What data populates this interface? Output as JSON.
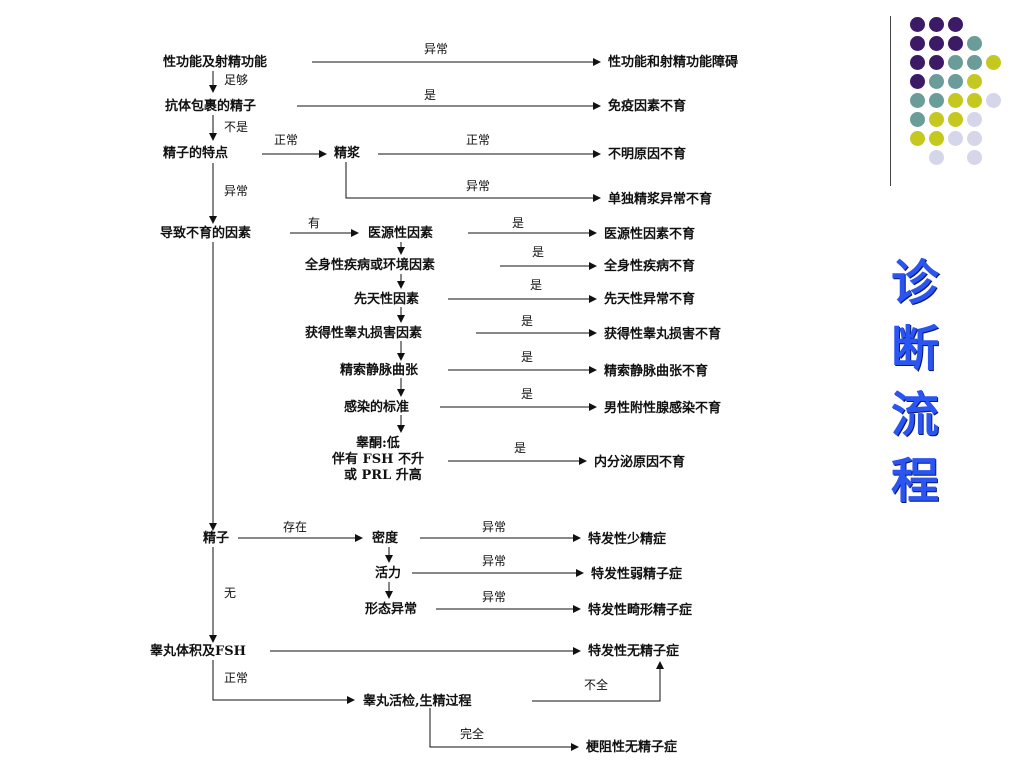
{
  "title": [
    "诊",
    "断",
    "流",
    "程"
  ],
  "colors": {
    "purple": "#3c1a66",
    "teal": "#6a9d9a",
    "olive": "#c5c81e",
    "lavender": "#d6d6ea",
    "title_blue": "#2a55f0"
  },
  "nodes": {
    "n1": "性功能及射精功能",
    "n1r": "性功能和射精功能障碍",
    "n2": "抗体包裹的精子",
    "n2r": "免疫因素不育",
    "n3": "精子的特点",
    "n3s": "精浆",
    "n3r1": "不明原因不育",
    "n3r2": "单独精浆异常不育",
    "n4": "导致不育的因素",
    "f1": "医源性因素",
    "f1r": "医源性因素不育",
    "f2": "全身性疾病或环境因素",
    "f2r": "全身性疾病不育",
    "f3": "先天性因素",
    "f3r": "先天性异常不育",
    "f4": "获得性睾丸损害因素",
    "f4r": "获得性睾丸损害不育",
    "f5": "精索静脉曲张",
    "f5r": "精索静脉曲张不育",
    "f6": "感染的标准",
    "f6r": "男性附性腺感染不育",
    "f7a": "睾酮:低",
    "f7b": "伴有 FSH 不升",
    "f7c": "或 PRL 升高",
    "f7r": "内分泌原因不育",
    "n5": "精子",
    "s1": "密度",
    "s1r": "特发性少精症",
    "s2": "活力",
    "s2r": "特发性弱精子症",
    "s3": "形态异常",
    "s3r": "特发性畸形精子症",
    "n6": "睾丸体积及FSH",
    "n6r": "特发性无精子症",
    "n7": "睾丸活检,生精过程",
    "n7r": "梗阻性无精子症"
  },
  "edges": {
    "abnormal": "异常",
    "enough": "足够",
    "yes": "是",
    "no": "不是",
    "normal": "正常",
    "have": "有",
    "exist": "存在",
    "none": "无",
    "incomplete": "不全",
    "complete": "完全"
  }
}
